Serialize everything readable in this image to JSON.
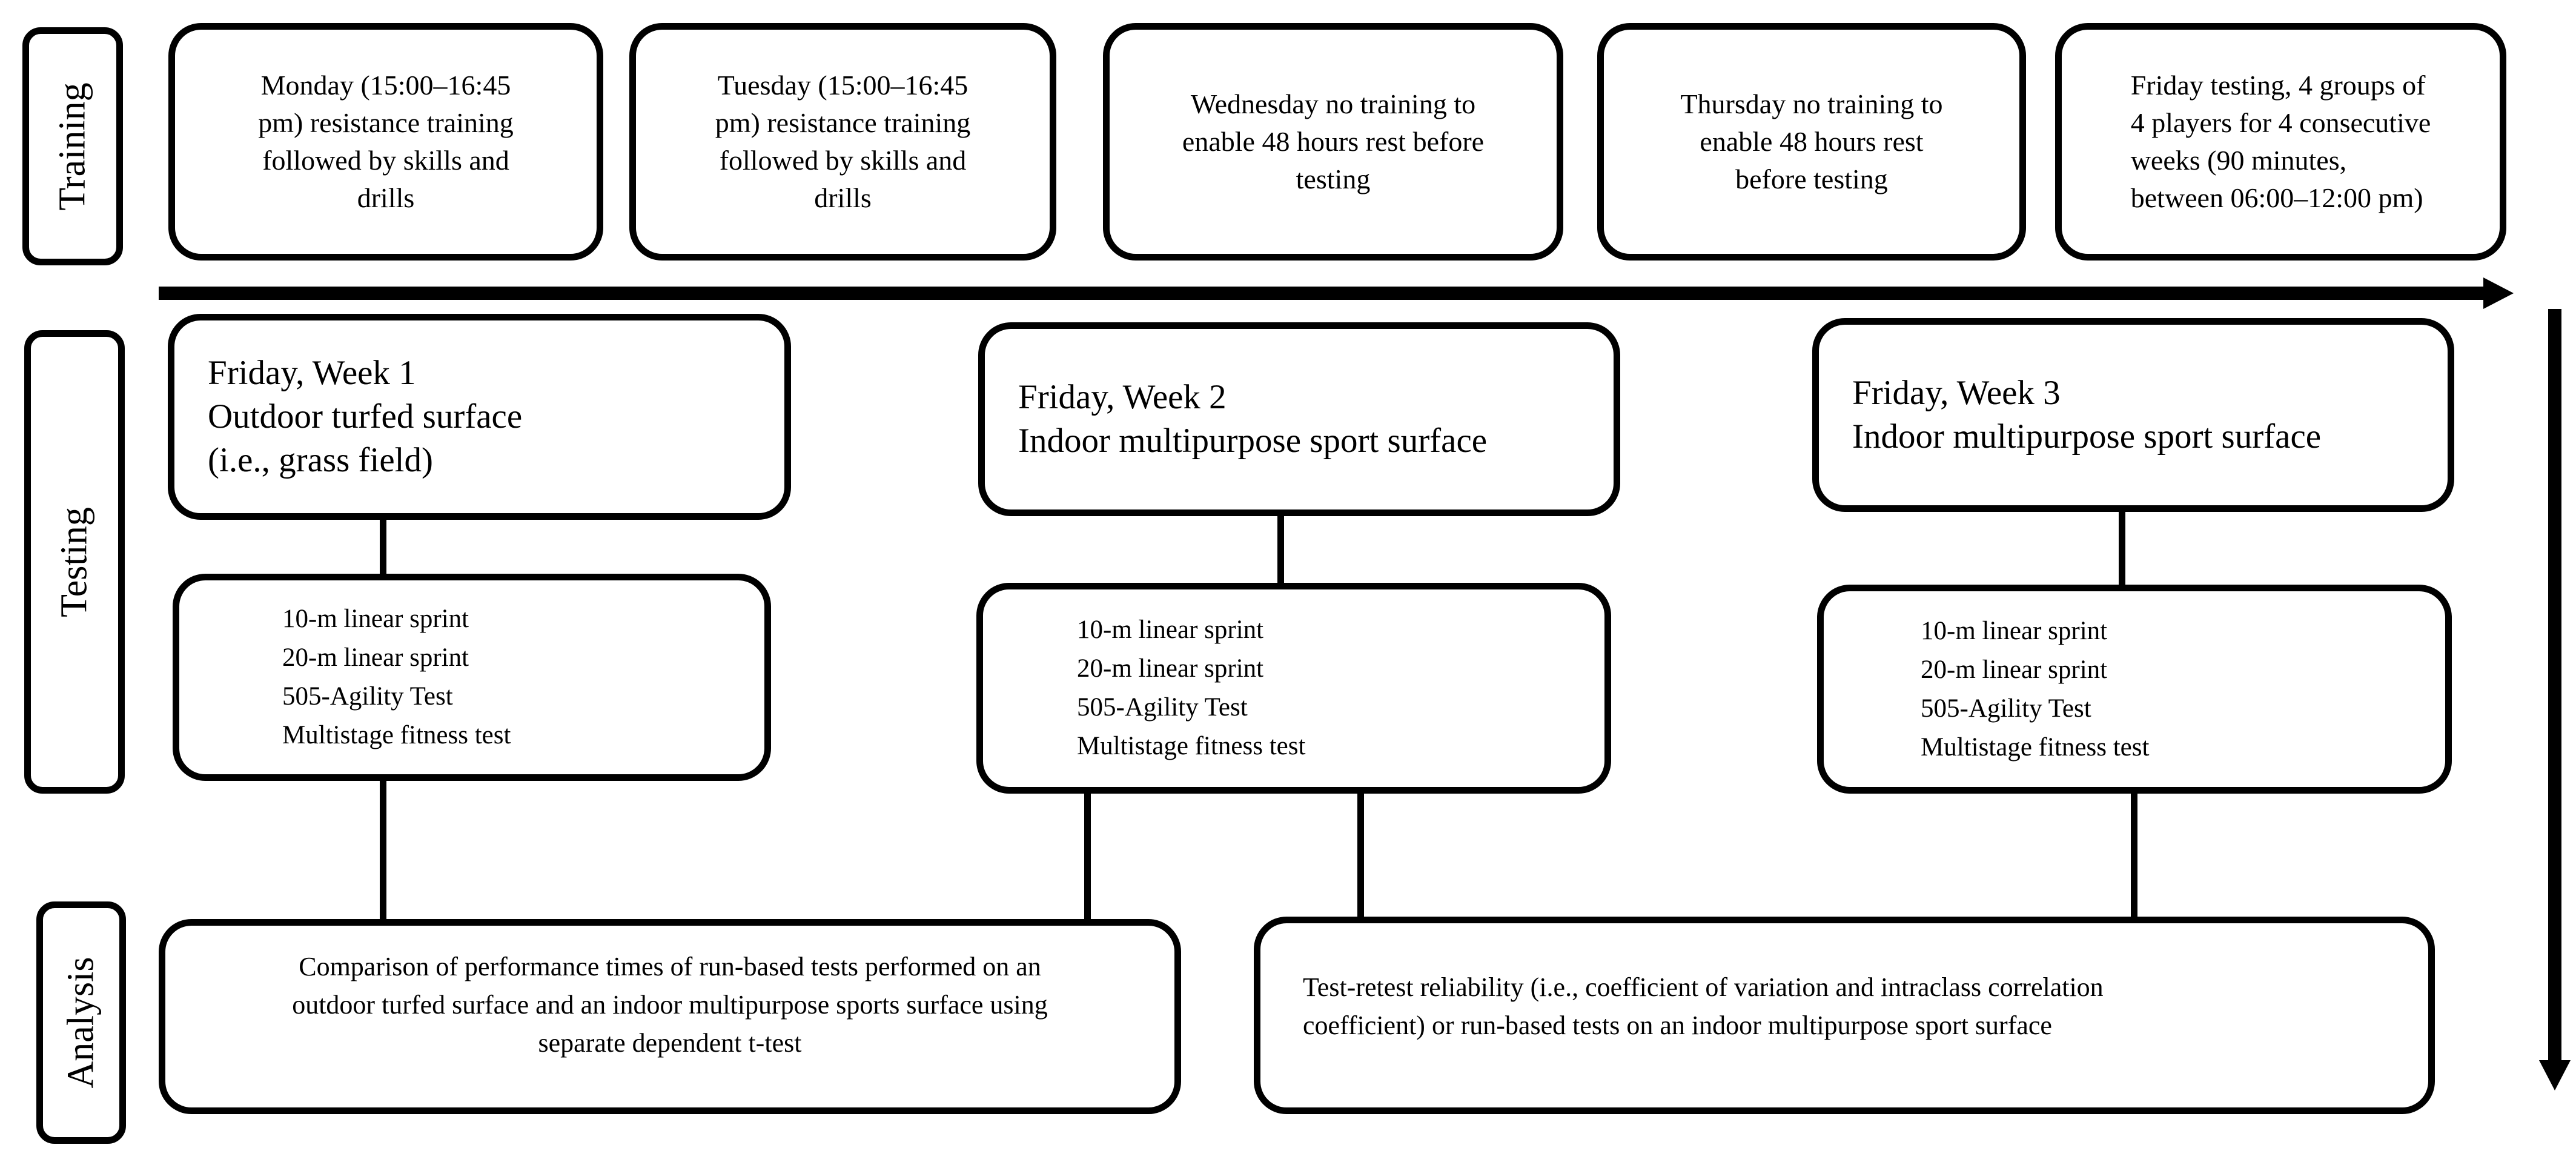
{
  "side_labels": {
    "training": "Training",
    "testing": "Testing",
    "analysis": "Analysis"
  },
  "training": [
    {
      "text": "Monday (15:00–16:45\npm) resistance training\nfollowed by skills and\ndrills"
    },
    {
      "text": "Tuesday (15:00–16:45\npm) resistance training\nfollowed by skills and\ndrills"
    },
    {
      "text": "Wednesday no training to\nenable 48 hours rest before\ntesting"
    },
    {
      "text": "Thursday no training to\nenable 48 hours rest\nbefore testing"
    },
    {
      "text": "Friday testing, 4 groups of\n4 players for 4 consecutive\nweeks (90 minutes,\nbetween 06:00–12:00 pm)"
    }
  ],
  "testing_sessions": [
    {
      "title": "Friday, Week 1\nOutdoor turfed surface\n(i.e., grass field)",
      "tests": "10-m linear sprint\n20-m linear sprint\n505-Agility Test\nMultistage fitness test"
    },
    {
      "title": "Friday, Week 2\nIndoor multipurpose sport surface",
      "tests": "10-m linear sprint\n20-m linear sprint\n505-Agility Test\nMultistage fitness test"
    },
    {
      "title": "Friday, Week 3\nIndoor multipurpose sport surface",
      "tests": "10-m linear sprint\n20-m linear sprint\n505-Agility Test\nMultistage fitness test"
    }
  ],
  "analysis": [
    {
      "text": "Comparison of performance times of run-based tests performed on an\noutdoor turfed surface and an indoor multipurpose sports surface using\nseparate dependent t-test"
    },
    {
      "text": "Test-retest reliability (i.e., coefficient of variation and intraclass correlation\ncoefficient) or run-based tests on an indoor multipurpose sport surface"
    }
  ]
}
